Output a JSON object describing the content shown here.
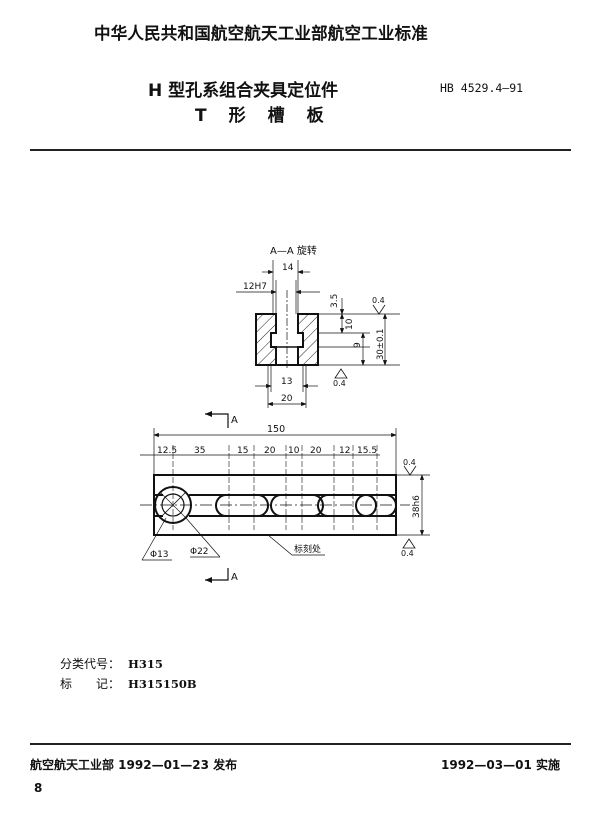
{
  "header": {
    "organization": "中华人民共和国航空航天工业部航空工业标准",
    "title_line1": "H 型孔系组合夹具定位件",
    "title_line2_parts": [
      "T",
      "形",
      "槽",
      "板"
    ],
    "standard_code": "HB 4529.4—91"
  },
  "drawing": {
    "section_view": {
      "title": "A—A 旋转",
      "dims": {
        "top_width": "14",
        "slot_width": "12H7",
        "top_depth": "3.5",
        "upper_height": "10",
        "lower_height": "9",
        "total_height": "30±0.1",
        "bottom_width": "13",
        "overall_width": "20"
      },
      "roughness": [
        "0.4",
        "0.4"
      ]
    },
    "plan_view": {
      "section_marker": "A",
      "overall_length": "150",
      "chain_dims": [
        "12.5",
        "35",
        "15",
        "20",
        "10",
        "20",
        "12",
        "15.5"
      ],
      "width_dim": "38h6",
      "hole_dims": [
        "Φ13",
        "Φ22"
      ],
      "marking_note": "标刻处",
      "roughness": [
        "0.4",
        "0.4"
      ]
    }
  },
  "meta": {
    "classification_label": "分类代号：",
    "classification_value": "H315",
    "marking_label": "标　　记：",
    "marking_value": "H315150B"
  },
  "footer": {
    "issued": "航空航天工业部 1992—01—23 发布",
    "effective": "1992—03—01 实施",
    "page_number": "8"
  }
}
